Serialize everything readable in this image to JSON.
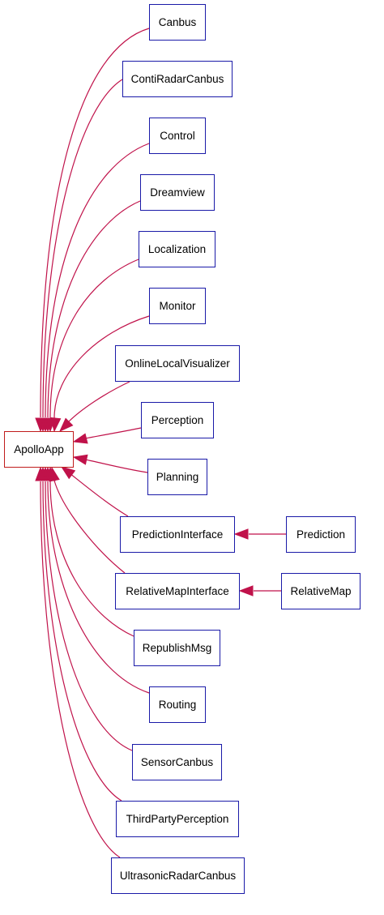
{
  "colors": {
    "edge": "#c0124a",
    "node_border": "#1a1aa8",
    "root_border": "#c01c1c"
  },
  "root": {
    "label": "ApolloApp"
  },
  "nodes": [
    {
      "id": "canbus",
      "label": "Canbus"
    },
    {
      "id": "contiradarcanbus",
      "label": "ContiRadarCanbus"
    },
    {
      "id": "control",
      "label": "Control"
    },
    {
      "id": "dreamview",
      "label": "Dreamview"
    },
    {
      "id": "localization",
      "label": "Localization"
    },
    {
      "id": "monitor",
      "label": "Monitor"
    },
    {
      "id": "onlinelocalvisualizer",
      "label": "OnlineLocalVisualizer"
    },
    {
      "id": "perception",
      "label": "Perception"
    },
    {
      "id": "planning",
      "label": "Planning"
    },
    {
      "id": "predictioninterface",
      "label": "PredictionInterface"
    },
    {
      "id": "relativemapinterface",
      "label": "RelativeMapInterface"
    },
    {
      "id": "republishmsg",
      "label": "RepublishMsg"
    },
    {
      "id": "routing",
      "label": "Routing"
    },
    {
      "id": "sensorcanbus",
      "label": "SensorCanbus"
    },
    {
      "id": "thirdpartyperception",
      "label": "ThirdPartyPerception"
    },
    {
      "id": "ultrasonicradarcanbus",
      "label": "UltrasonicRadarCanbus"
    },
    {
      "id": "prediction",
      "label": "Prediction"
    },
    {
      "id": "relativemap",
      "label": "RelativeMap"
    }
  ],
  "edges": [
    {
      "from": "canbus",
      "to": "root"
    },
    {
      "from": "contiradarcanbus",
      "to": "root"
    },
    {
      "from": "control",
      "to": "root"
    },
    {
      "from": "dreamview",
      "to": "root"
    },
    {
      "from": "localization",
      "to": "root"
    },
    {
      "from": "monitor",
      "to": "root"
    },
    {
      "from": "onlinelocalvisualizer",
      "to": "root"
    },
    {
      "from": "perception",
      "to": "root"
    },
    {
      "from": "planning",
      "to": "root"
    },
    {
      "from": "predictioninterface",
      "to": "root"
    },
    {
      "from": "relativemapinterface",
      "to": "root"
    },
    {
      "from": "republishmsg",
      "to": "root"
    },
    {
      "from": "routing",
      "to": "root"
    },
    {
      "from": "sensorcanbus",
      "to": "root"
    },
    {
      "from": "thirdpartyperception",
      "to": "root"
    },
    {
      "from": "ultrasonicradarcanbus",
      "to": "root"
    },
    {
      "from": "prediction",
      "to": "predictioninterface"
    },
    {
      "from": "relativemap",
      "to": "relativemapinterface"
    }
  ]
}
